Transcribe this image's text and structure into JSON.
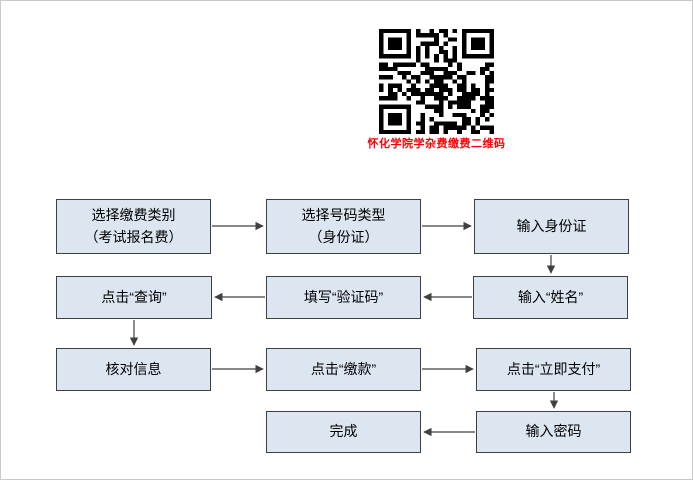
{
  "qr": {
    "caption": "怀化学院学杂费缴费二维码"
  },
  "flow": {
    "nodes": [
      {
        "id": "select-fee-type",
        "label": "选择缴费类别\n（考试报名费）"
      },
      {
        "id": "select-id-type",
        "label": "选择号码类型\n（身份证）"
      },
      {
        "id": "enter-id",
        "label": "输入身份证"
      },
      {
        "id": "enter-name",
        "label": "输入“姓名”"
      },
      {
        "id": "enter-captcha",
        "label": "填写“验证码”"
      },
      {
        "id": "click-query",
        "label": "点击“查询”"
      },
      {
        "id": "verify-info",
        "label": "核对信息"
      },
      {
        "id": "click-pay",
        "label": "点击“缴款”"
      },
      {
        "id": "click-pay-now",
        "label": "点击“立即支付”"
      },
      {
        "id": "enter-password",
        "label": "输入密码"
      },
      {
        "id": "done",
        "label": "完成"
      }
    ]
  },
  "colors": {
    "node_fill": "#dce6f1",
    "node_border": "#404040",
    "arrow": "#404040",
    "caption_red": "#ff0000",
    "frame_border": "#c9c9c9",
    "qr_foreground": "#000000"
  }
}
